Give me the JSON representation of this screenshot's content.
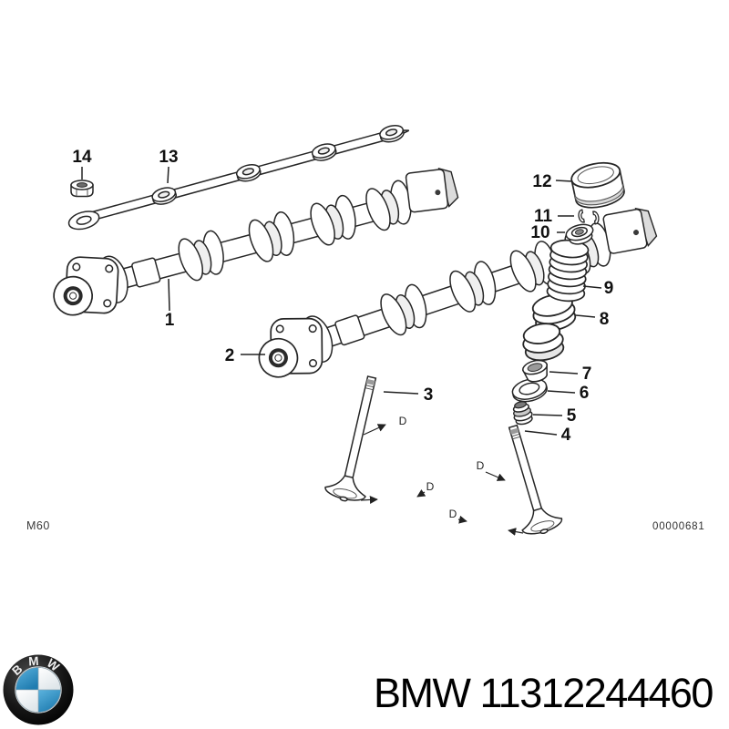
{
  "colors": {
    "line": "#262626",
    "shade": "#dcdcdc",
    "logo_ring_black": "#141414",
    "logo_blue": "#2f96c9",
    "logo_white": "#f5f8fa",
    "text": "#000000"
  },
  "diagram": {
    "engine_code": "M60",
    "drawing_number": "00000681",
    "dimension_label": "D",
    "callouts": [
      "1",
      "2",
      "3",
      "4",
      "5",
      "6",
      "7",
      "8",
      "9",
      "10",
      "11",
      "12",
      "13",
      "14"
    ]
  },
  "footer": {
    "brand": "BMW",
    "part_number": "11312244460",
    "logo_letters": "BMW"
  }
}
